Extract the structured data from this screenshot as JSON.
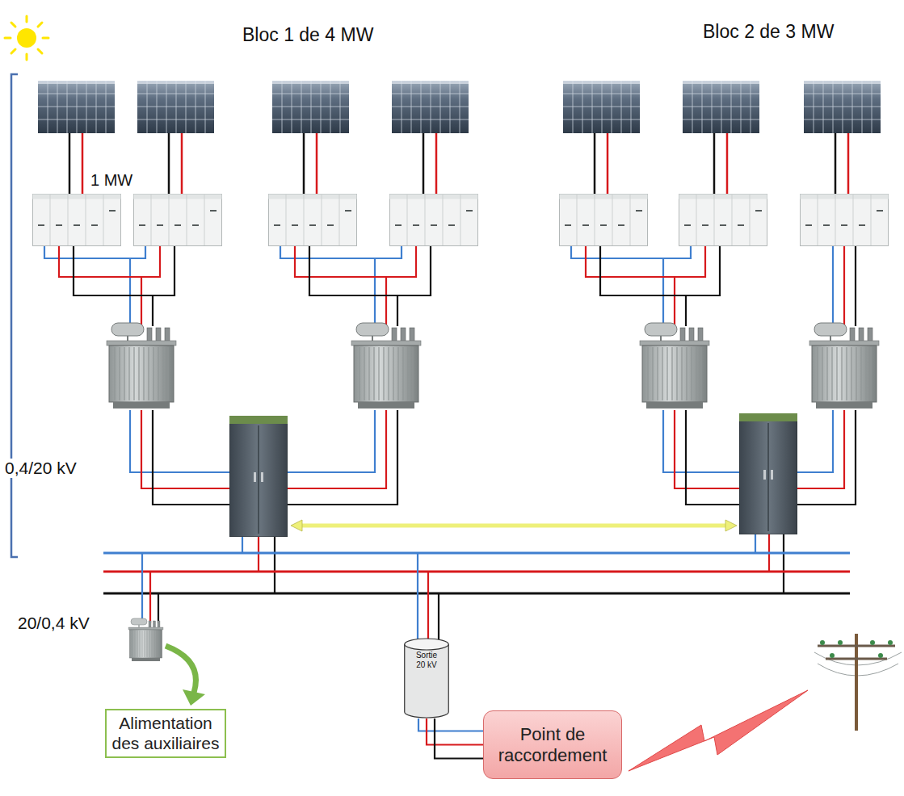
{
  "diagram": {
    "nodes": [
      {
        "text": [
          "Sortie 20 kV"
        ]
      },
      {
        "text": [
          "Alimentation des auxiliaires"
        ]
      },
      {
        "text": [
          "Point de raccordement"
        ]
      }
    ],
    "edges": [
      {
        "from": 0,
        "to": 2,
        "arrow": "none"
      }
    ],
    "labels": [
      "Bloc 1 de 4 MW",
      "Bloc 2 de 3 MW",
      "1 MW",
      "0,4/20 kV",
      "20/0,4 kV"
    ]
  }
}
